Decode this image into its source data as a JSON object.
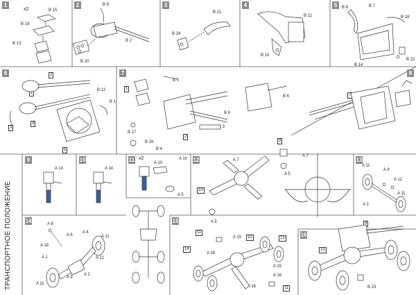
{
  "side_title": "ТРАНСПОРТНОЕ ПОЛОЖЕНИЕ",
  "steps": [
    "1",
    "2",
    "3",
    "4",
    "5",
    "6",
    "7",
    "8",
    "9",
    "10",
    "11",
    "12",
    "13",
    "14",
    "15",
    "16"
  ],
  "step1": {
    "note": "x2",
    "labels": [
      "B 15",
      "B 19",
      "B 13"
    ]
  },
  "step2": {
    "labels": [
      "B 9",
      "B 2",
      "B 20"
    ]
  },
  "step3": {
    "labels": [
      "B 21",
      "B 24"
    ]
  },
  "step4": {
    "labels": [
      "B 11",
      "B 10"
    ]
  },
  "step5": {
    "labels": [
      "B 8",
      "B 7",
      "B 18",
      "B 14",
      "B 22"
    ]
  },
  "step6": {
    "callouts": [
      "2",
      "1",
      "3",
      "4",
      "5"
    ],
    "labels": [
      "B 12",
      "B 1"
    ]
  },
  "step7": {
    "callouts": [
      "1",
      "2"
    ],
    "labels": [
      "B 5",
      "B 6",
      "B 6",
      "B 17",
      "B 16",
      "B 4",
      "B 3"
    ]
  },
  "step9": {
    "labels": [
      "A 13"
    ]
  },
  "step10": {
    "labels": [
      "A 14"
    ]
  },
  "step11": {
    "note": "x2",
    "labels": [
      "A 10",
      "A 10",
      "A 5"
    ]
  },
  "step12": {
    "callouts": [
      "9",
      "10"
    ],
    "labels": [
      "A 7",
      "A 7",
      "A 5",
      "A 5"
    ]
  },
  "step13": {
    "labels": [
      "A 11",
      "A 9",
      "A 12",
      "A 3",
      "A 11"
    ]
  },
  "step14": {
    "labels": [
      "A 8",
      "A 6",
      "A 4",
      "A 18",
      "A 1",
      "A 11",
      "A 12",
      "A 2",
      "A 9",
      "A 11"
    ]
  },
  "step15": {
    "callouts": [
      "11",
      "12",
      "13",
      "14",
      "11"
    ],
    "labels": [
      "A 15",
      "A 16",
      "A 15",
      "A 16",
      "A 16"
    ]
  },
  "step16": {
    "callouts": [
      "8",
      "15"
    ],
    "labels": [
      "B 23"
    ]
  }
}
